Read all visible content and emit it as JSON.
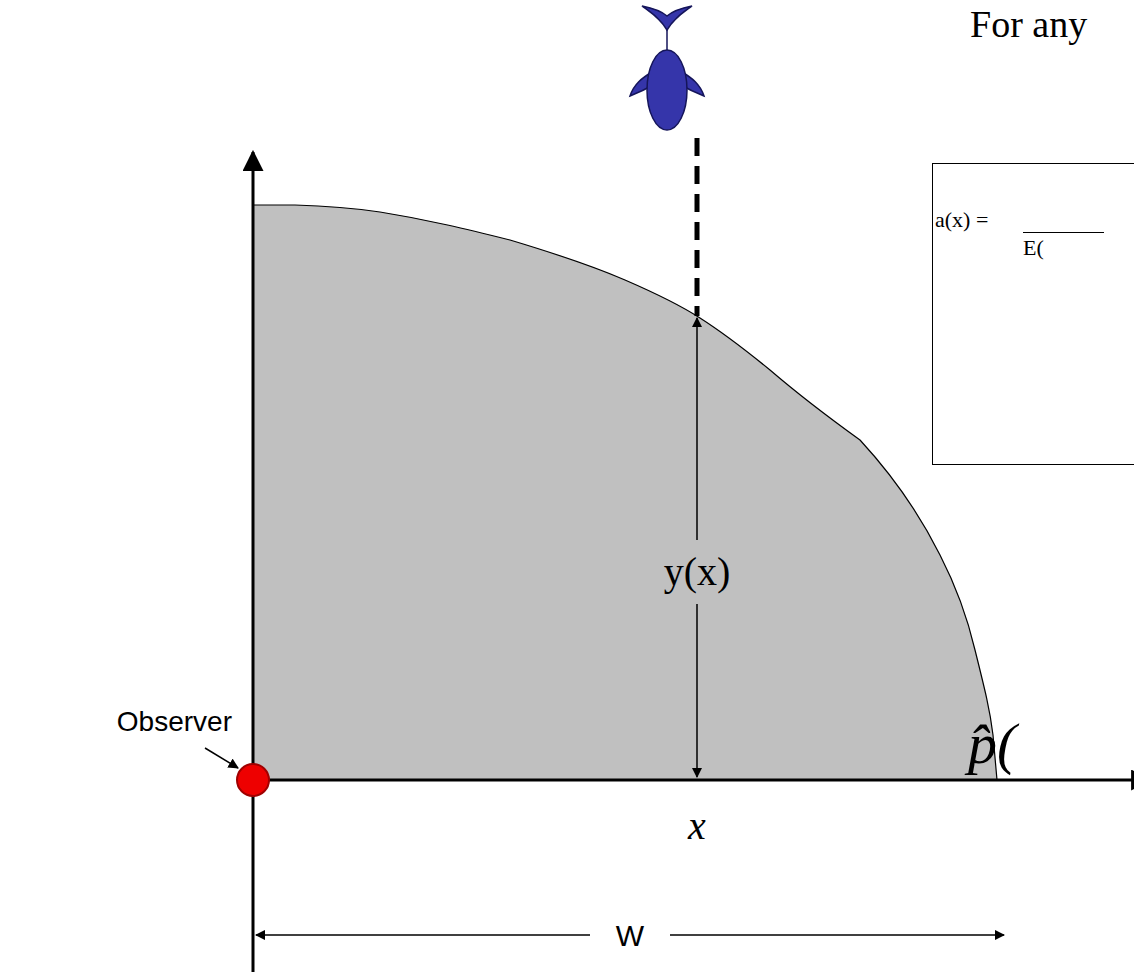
{
  "diagram": {
    "nodes": [
      {
        "text": [
          "a(x) =",
          "E("
        ]
      }
    ],
    "labels": [
      "For any",
      "y(x)",
      "p̂(",
      "Observer",
      "x",
      "W"
    ]
  }
}
